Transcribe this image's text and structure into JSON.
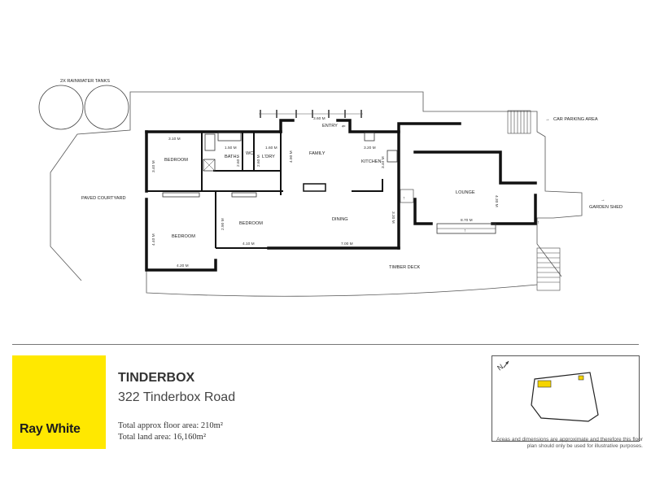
{
  "floorplan": {
    "tanks_label": "2X RAINWATER TANKS",
    "paved_courtyard": "PAVED COURTYARD",
    "car_parking": "CAR PARKING AREA",
    "garden_shed": "GARDEN SHED",
    "timber_deck": "TIMBER DECK",
    "rooms": {
      "bedroom1": "BEDROOM",
      "bedroom2": "BEDROOM",
      "bedroom3": "BEDROOM",
      "bath": "BATH",
      "wc": "WC",
      "laundry": "L'DRY",
      "family": "FAMILY",
      "entry": "ENTRY",
      "kitchen": "KITCHEN",
      "dining": "DINING",
      "lounge": "LOUNGE"
    },
    "dims": {
      "bed1_w": "3.10 M",
      "bed1_h": "3.40 M",
      "bath_w": "1.50 M",
      "bath_h": "2.60 M",
      "wc_h": "2.60 M",
      "ldry_w": "1.60 M",
      "family_h": "4.90 M",
      "entry_w": "3.60 M",
      "kitchen_w": "3.20 M",
      "kitchen_h": "3.40 M",
      "lounge_h": "4.30 M",
      "lounge_w": "8.70 M",
      "dining_h": "3.30 M",
      "dining_w": "7.00 M",
      "bed2_h": "2.90 M",
      "bed2_w": "4.10 M",
      "bed3_h": "4.40 M",
      "bed3_w": "4.20 M"
    }
  },
  "footer": {
    "brand": "Ray White",
    "property_name": "TINDERBOX",
    "address": "322 Tinderbox Road",
    "floor_area": "Total approx floor area: 210m²",
    "land_area": "Total land area: 16,160m²",
    "disclaimer": "Areas and dimensions are approximate and therefore this floor plan should only be used for illustrative purposes.",
    "colors": {
      "brand_yellow": "#ffe800",
      "highlight": "#f5d400"
    },
    "north_icon": "north-arrow-icon"
  }
}
